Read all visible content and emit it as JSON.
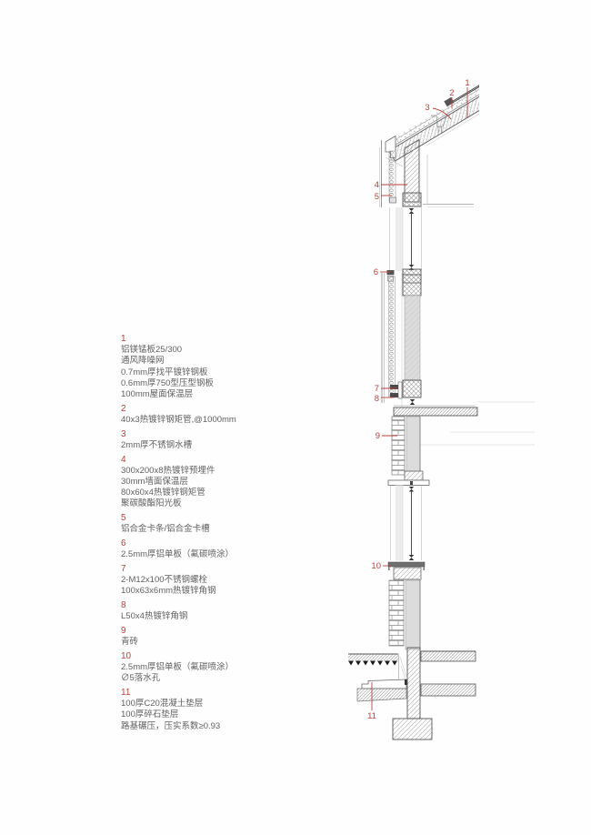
{
  "palette": {
    "accent_red": "#b9423a",
    "legend_text": "#616161",
    "line_dark": "#4d4d4d",
    "line_faint": "#c8c8c8",
    "fill_gray": "#dcdcdc"
  },
  "legend": {
    "items": [
      {
        "num": "1",
        "lines": [
          "铝镁锰板25/300",
          "通风降噪网",
          "0.7mm厚找平镀锌钢板",
          "0.6mm厚750型压型钢板",
          "100mm屋面保温层"
        ]
      },
      {
        "num": "2",
        "lines": [
          "40x3热镀锌钢矩管,@1000mm"
        ]
      },
      {
        "num": "3",
        "lines": [
          "2mm厚不锈钢水槽"
        ]
      },
      {
        "num": "4",
        "lines": [
          "300x200x8热镀锌预埋件",
          "30mm墙面保温层",
          "80x60x4热镀锌钢矩管",
          "聚碳酸酯阳光板"
        ]
      },
      {
        "num": "5",
        "lines": [
          "铝合金卡条/铝合金卡槽"
        ]
      },
      {
        "num": "6",
        "lines": [
          "2.5mm厚铝单板（氟碳喷涂）"
        ]
      },
      {
        "num": "7",
        "lines": [
          "2-M12x100不锈钢螺栓",
          "100x63x6mm热镀锌角钢"
        ]
      },
      {
        "num": "8",
        "lines": [
          "L50x4热镀锌角钢"
        ]
      },
      {
        "num": "9",
        "lines": [
          "青砖"
        ]
      },
      {
        "num": "10",
        "lines": [
          "2.5mm厚铝单板（氟碳喷涂）",
          "∅5落水孔"
        ]
      },
      {
        "num": "11",
        "lines": [
          "100厚C20混凝土垫层",
          "100厚碎石垫层",
          "路基碾压，压实系数≥0.93"
        ]
      }
    ]
  },
  "drawing": {
    "callout_nums": [
      "1",
      "2",
      "3",
      "4",
      "5",
      "6",
      "7",
      "8",
      "9",
      "10",
      "11"
    ]
  }
}
